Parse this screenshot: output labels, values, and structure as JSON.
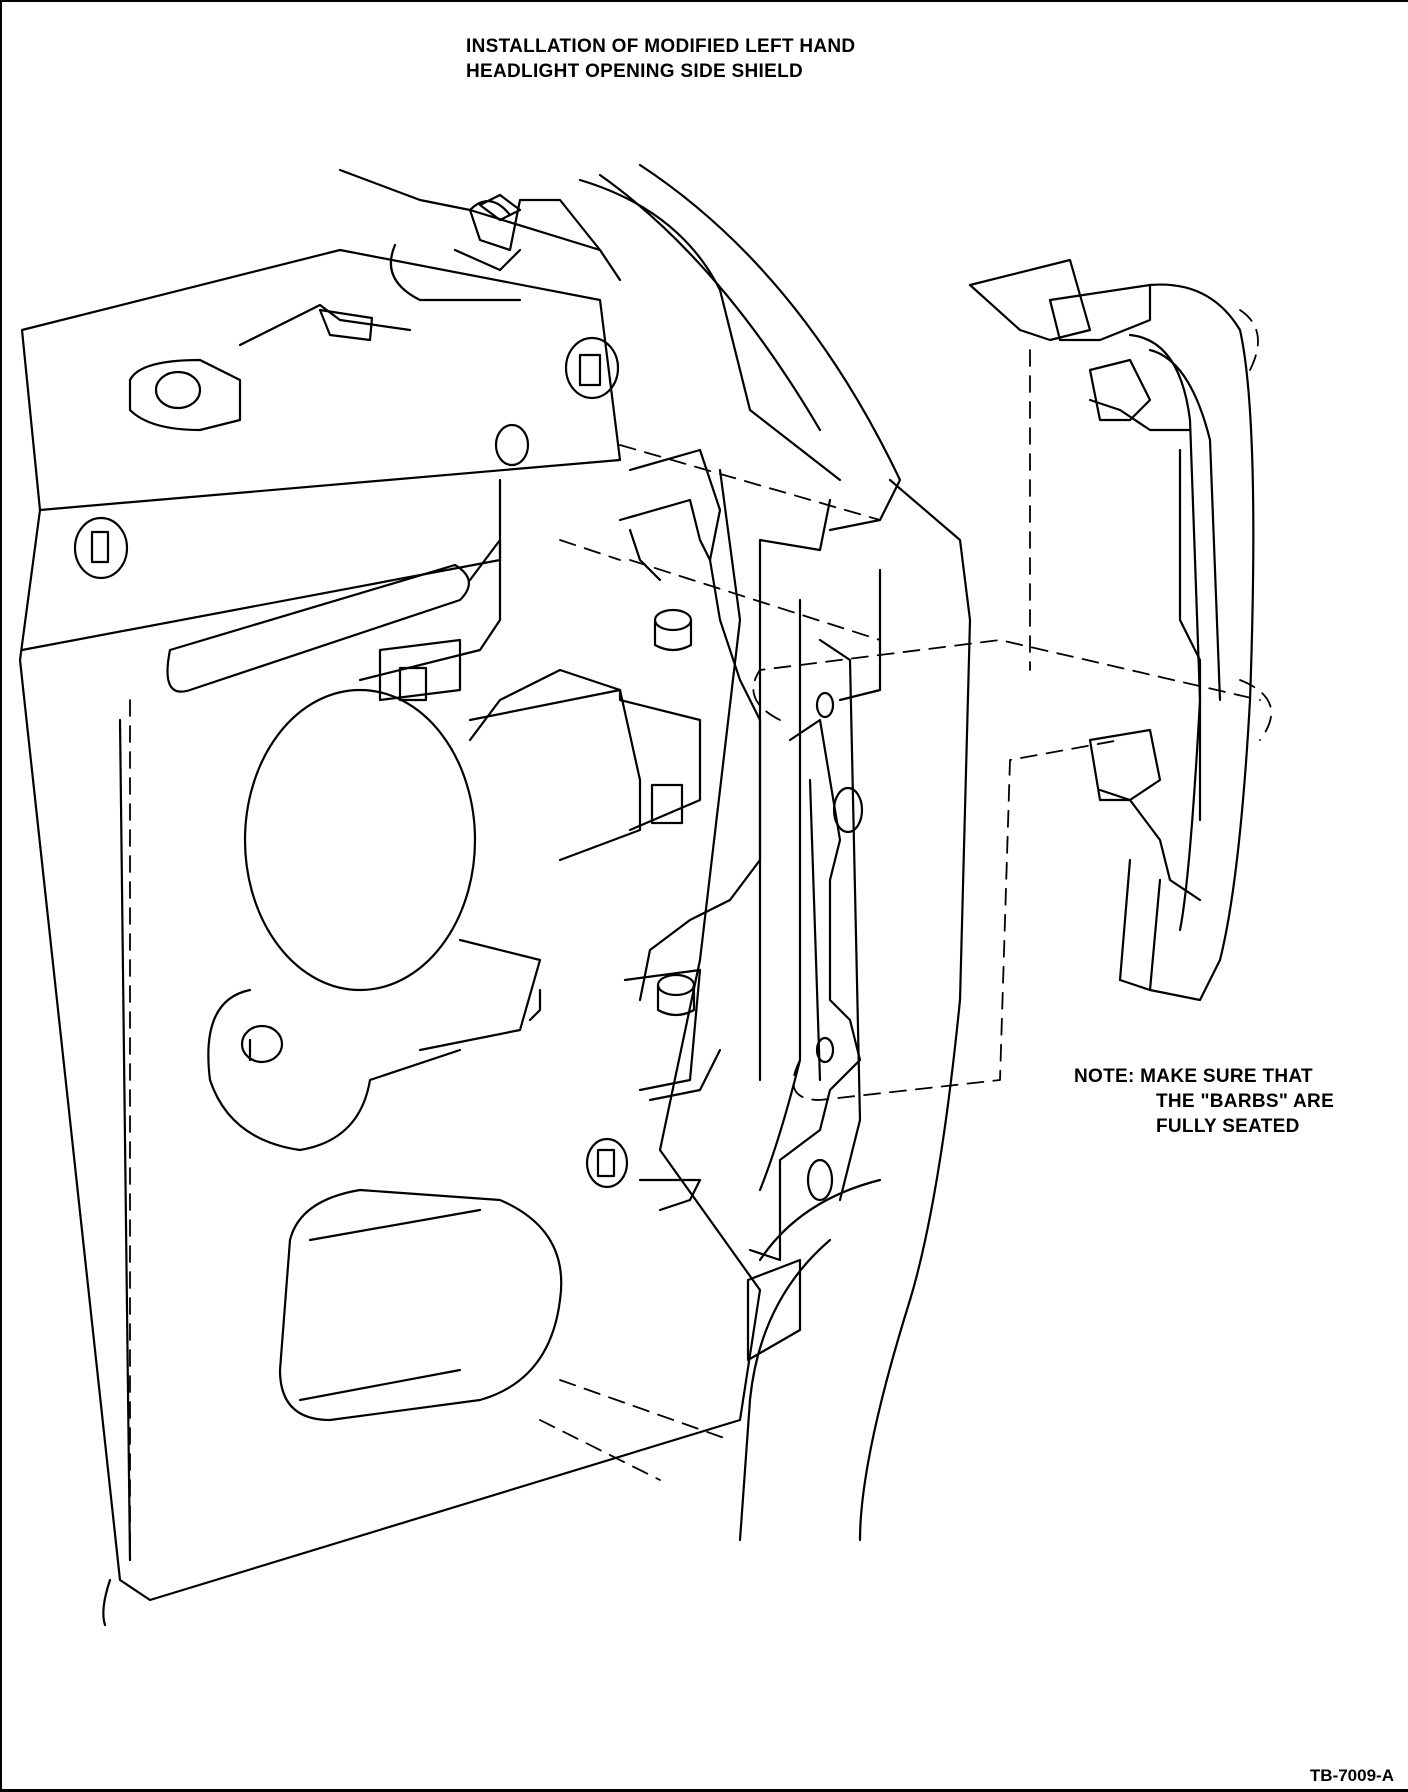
{
  "title": {
    "line1": "INSTALLATION OF MODIFIED LEFT HAND",
    "line2": "HEADLIGHT OPENING SIDE SHIELD"
  },
  "note": {
    "line1": "NOTE: MAKE SURE THAT",
    "line2": "THE \"BARBS\" ARE",
    "line3": "FULLY SEATED"
  },
  "figure_number": "TB-7009-A"
}
